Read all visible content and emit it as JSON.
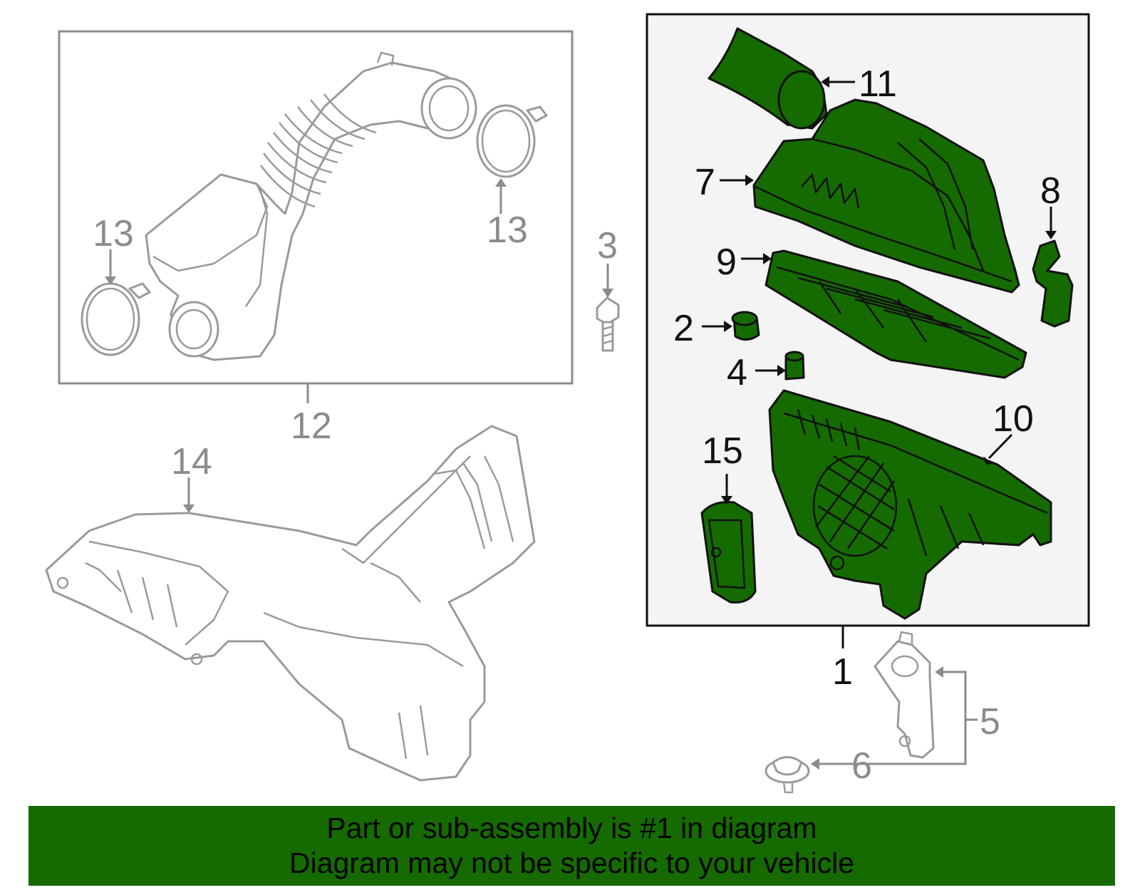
{
  "colors": {
    "highlight_fill": "#156b00",
    "assembly_box_fill": "#f4f4f4",
    "banner_fill": "#156b00",
    "muted_line": "#9a9a9a",
    "dark_line": "#111111"
  },
  "callouts": {
    "c1": "1",
    "c2": "2",
    "c3": "3",
    "c4": "4",
    "c5": "5",
    "c6": "6",
    "c7": "7",
    "c8": "8",
    "c9": "9",
    "c10": "10",
    "c11": "11",
    "c12": "12",
    "c13_left": "13",
    "c13_right": "13",
    "c14": "14",
    "c15": "15"
  },
  "parts": {
    "highlighted": [
      "2",
      "4",
      "7",
      "8",
      "9",
      "10",
      "11",
      "15"
    ],
    "highlighted_assembly": "1"
  },
  "banner": {
    "line1": "Part or sub-assembly is #1 in diagram",
    "line2": "Diagram may not be specific to your vehicle"
  }
}
